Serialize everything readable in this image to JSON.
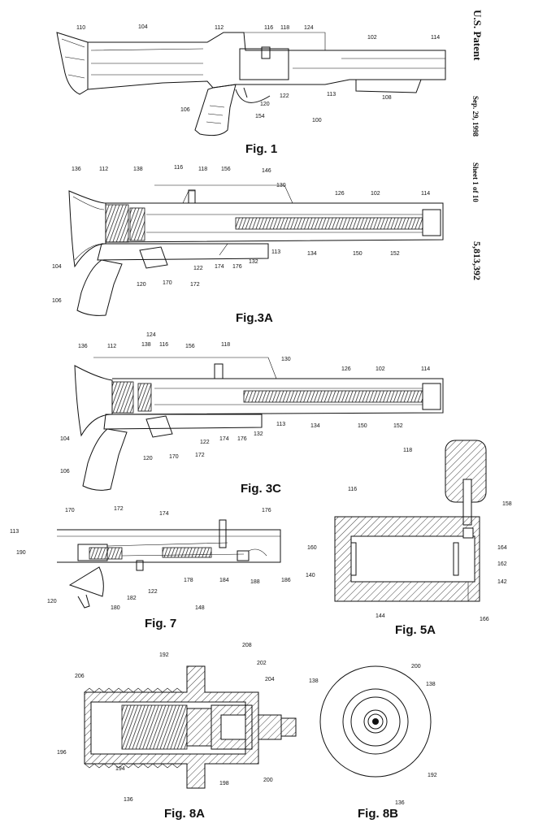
{
  "header": {
    "title": "U.S. Patent",
    "date": "Sep. 29, 1998",
    "sheet": "Sheet 1 of 10",
    "patent_number": "5,813,392"
  },
  "fig1": {
    "caption": "Fig. 1",
    "labels": [
      "110",
      "104",
      "112",
      "116",
      "118",
      "124",
      "102",
      "114",
      "106",
      "120",
      "154",
      "122",
      "113",
      "108",
      "100"
    ]
  },
  "fig3a": {
    "caption": "Fig.3A",
    "labels": [
      "136",
      "112",
      "138",
      "116",
      "118",
      "156",
      "146",
      "130",
      "126",
      "102",
      "114",
      "104",
      "106",
      "120",
      "170",
      "172",
      "122",
      "174",
      "176",
      "132",
      "113",
      "134",
      "150",
      "152"
    ]
  },
  "fig3c": {
    "caption": "Fig. 3C",
    "labels": [
      "136",
      "112",
      "138",
      "124",
      "116",
      "156",
      "118",
      "130",
      "126",
      "102",
      "114",
      "104",
      "106",
      "120",
      "170",
      "172",
      "122",
      "174",
      "176",
      "132",
      "113",
      "134",
      "150",
      "152"
    ]
  },
  "fig7": {
    "caption": "Fig. 7",
    "labels": [
      "170",
      "172",
      "174",
      "176",
      "113",
      "190",
      "120",
      "180",
      "182",
      "122",
      "178",
      "184",
      "188",
      "186",
      "148"
    ]
  },
  "fig5a": {
    "caption": "Fig. 5A",
    "labels": [
      "118",
      "116",
      "158",
      "160",
      "140",
      "164",
      "162",
      "142",
      "144",
      "166"
    ]
  },
  "fig8a": {
    "caption": "Fig. 8A",
    "labels": [
      "192",
      "208",
      "202",
      "204",
      "138",
      "206",
      "196",
      "194",
      "198",
      "200",
      "136"
    ]
  },
  "fig8b": {
    "caption": "Fig. 8B",
    "labels": [
      "200",
      "138",
      "192",
      "136"
    ]
  }
}
